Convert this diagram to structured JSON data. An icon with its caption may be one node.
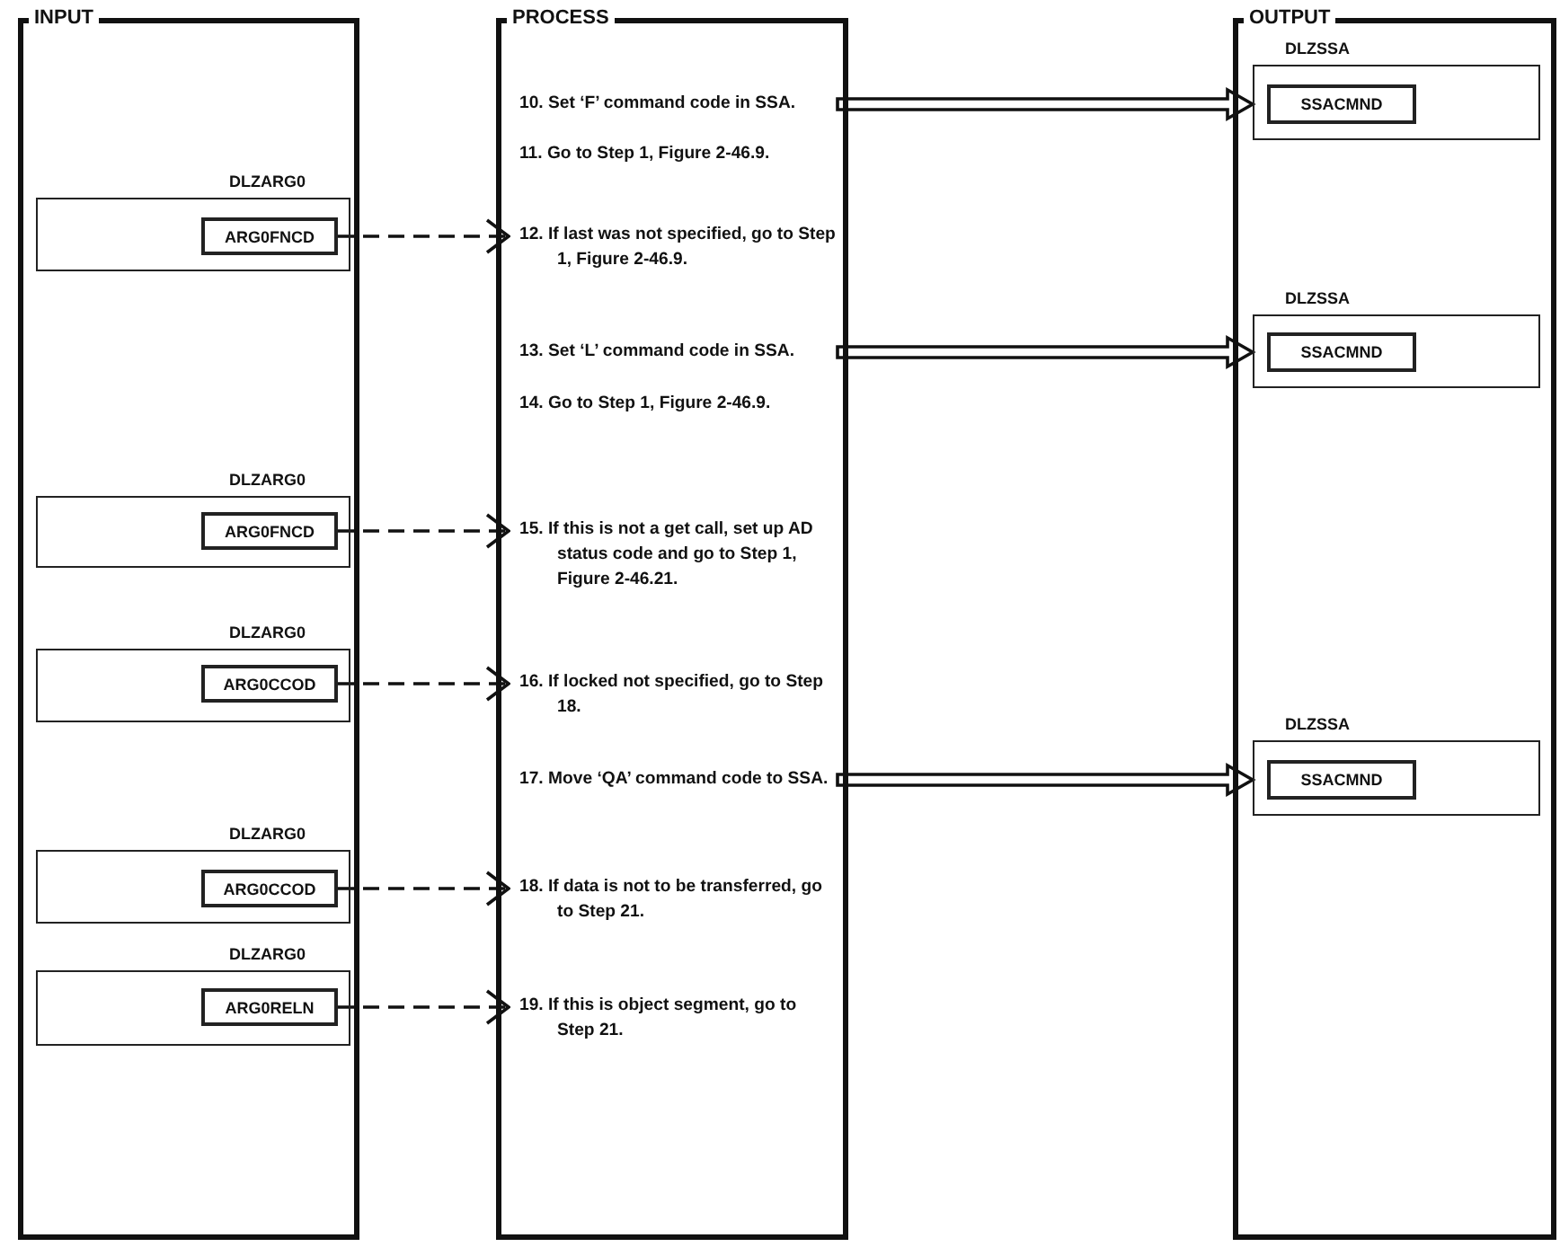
{
  "diagram": {
    "nodes": [
      {
        "text": [
          "INPUT"
        ]
      },
      {
        "text": [
          "DLZARG0"
        ],
        "in": 0
      },
      {
        "text": [
          "ARG0FNCD"
        ],
        "in": 1
      },
      {
        "text": [
          "DLZARG0"
        ],
        "in": 0
      },
      {
        "text": [
          "ARG0FNCD"
        ],
        "in": 3
      },
      {
        "text": [
          "DLZARG0"
        ],
        "in": 0
      },
      {
        "text": [
          "ARG0CCOD"
        ],
        "in": 5
      },
      {
        "text": [
          "DLZARG0"
        ],
        "in": 0
      },
      {
        "text": [
          "ARG0CCOD"
        ],
        "in": 7
      },
      {
        "text": [
          "DLZARG0"
        ],
        "in": 0
      },
      {
        "text": [
          "ARG0RELN"
        ],
        "in": 9
      },
      {
        "text": [
          "PROCESS"
        ]
      },
      {
        "text": [
          "10. Set ‘F’ command code in SSA."
        ],
        "in": 11
      },
      {
        "text": [
          "11. Go to Step 1, Figure 2-46.9."
        ],
        "in": 11
      },
      {
        "text": [
          "12. If last was not specified, go to Step 1, Figure 2-46.9."
        ],
        "in": 11
      },
      {
        "text": [
          "13. Set ‘L’ command code in SSA."
        ],
        "in": 11
      },
      {
        "text": [
          "14. Go to Step 1, Figure 2-46.9."
        ],
        "in": 11
      },
      {
        "text": [
          "15. If this is not a get call, set up AD status code and go to Step 1, Figure 2-46.21."
        ],
        "in": 11
      },
      {
        "text": [
          "16. If locked not specified, go to Step 18."
        ],
        "in": 11
      },
      {
        "text": [
          "17. Move ‘QA’ command code to SSA."
        ],
        "in": 11
      },
      {
        "text": [
          "18. If data is not to be transferred, go to Step 21."
        ],
        "in": 11
      },
      {
        "text": [
          "19. If this is object segment, go to Step 21."
        ],
        "in": 11
      },
      {
        "text": [
          "OUTPUT"
        ]
      },
      {
        "text": [
          "DLZSSA"
        ],
        "in": 22
      },
      {
        "text": [
          "SSACMND"
        ],
        "in": 23
      },
      {
        "text": [
          "DLZSSA"
        ],
        "in": 22
      },
      {
        "text": [
          "SSACMND"
        ],
        "in": 25
      },
      {
        "text": [
          "DLZSSA"
        ],
        "in": 22
      },
      {
        "text": [
          "SSACMND"
        ],
        "in": 27
      }
    ],
    "edges": [
      {
        "from": 12,
        "to": 23,
        "arrow": "to",
        "style": "thick"
      },
      {
        "from": 2,
        "to": 14,
        "arrow": "to",
        "style": "dashed"
      },
      {
        "from": 15,
        "to": 25,
        "arrow": "to",
        "style": "thick"
      },
      {
        "from": 4,
        "to": 17,
        "arrow": "to",
        "style": "dashed"
      },
      {
        "from": 6,
        "to": 18,
        "arrow": "to",
        "style": "dashed"
      },
      {
        "from": 19,
        "to": 27,
        "arrow": "to",
        "style": "thick"
      },
      {
        "from": 8,
        "to": 20,
        "arrow": "to",
        "style": "dashed"
      },
      {
        "from": 10,
        "to": 21,
        "arrow": "to",
        "style": "dashed"
      }
    ]
  }
}
